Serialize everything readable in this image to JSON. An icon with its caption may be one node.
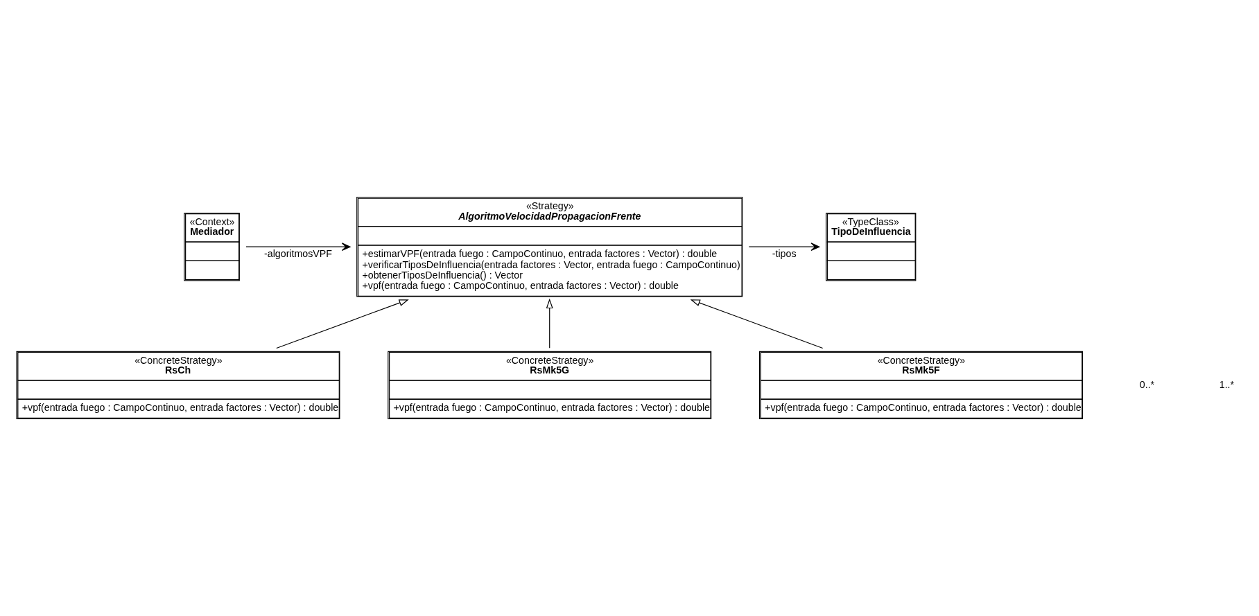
{
  "diagram": {
    "nodes": [
      {
        "text": [
          "«Context»",
          "Mediador"
        ]
      },
      {
        "text": [
          "«Strategy»",
          "AlgoritmoVelocidadPropagacionFrente",
          "+estimarVPF(entrada fuego : CampoContinuo, entrada factores : Vector) : double",
          "+verificarTiposDeInfluencia(entrada factores : Vector, entrada fuego : CampoContinuo)",
          "+obtenerTiposDeInfluencia() : Vector",
          "+vpf(entrada fuego : CampoContinuo, entrada factores : Vector) : double"
        ]
      },
      {
        "text": [
          "«TypeClass»",
          "TipoDeInfluencia"
        ]
      },
      {
        "text": [
          "«ConcreteStrategy»",
          "RsCh",
          "+vpf(entrada fuego : CampoContinuo, entrada factores : Vector) : double"
        ]
      },
      {
        "text": [
          "«ConcreteStrategy»",
          "RsMk5G",
          "+vpf(entrada fuego : CampoContinuo, entrada factores : Vector) : double"
        ]
      },
      {
        "text": [
          "«ConcreteStrategy»",
          "RsMk5F",
          "+vpf(entrada fuego : CampoContinuo, entrada factores : Vector) : double"
        ]
      }
    ],
    "edges": [
      {
        "from": 0,
        "to": 1,
        "arrow": "to",
        "label": "-algoritmosVPF"
      },
      {
        "from": 1,
        "to": 2,
        "arrow": "to",
        "label": "-tipos"
      },
      {
        "from": 3,
        "to": 1,
        "arrow": "to"
      },
      {
        "from": 4,
        "to": 1,
        "arrow": "to"
      },
      {
        "from": 5,
        "to": 1,
        "arrow": "to"
      }
    ],
    "labels": [
      "0..*",
      "1..*"
    ]
  }
}
